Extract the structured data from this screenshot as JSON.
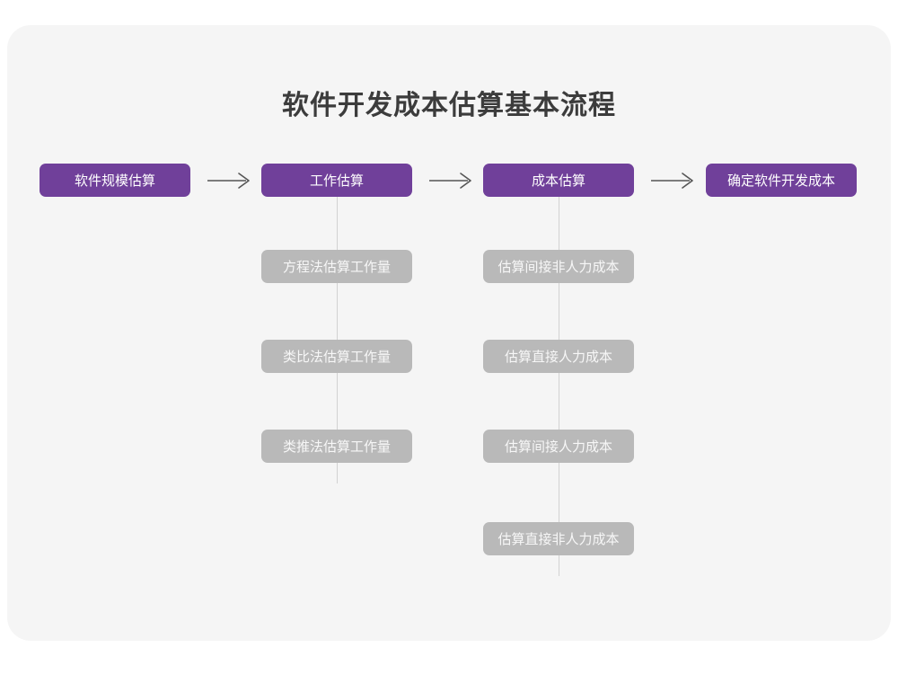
{
  "diagram": {
    "title": "软件开发成本估算基本流程",
    "type": "flowchart",
    "colors": {
      "page_background": "#ffffff",
      "card_background": "#f5f5f5",
      "primary_node": "#70409a",
      "primary_node_text": "#ffffff",
      "sub_node": "#b9b9b9",
      "sub_node_text": "#f7f7f7",
      "connector_line": "#d2d2d2",
      "arrow": "#555555",
      "title_text": "#3c3c3c"
    },
    "main_flow": [
      {
        "id": "step-1",
        "label": "软件规模估算"
      },
      {
        "id": "step-2",
        "label": "工作估算"
      },
      {
        "id": "step-3",
        "label": "成本估算"
      },
      {
        "id": "step-4",
        "label": "确定软件开发成本"
      }
    ],
    "arrows": [
      {
        "id": "arrow-1",
        "from": "step-1",
        "to": "step-2",
        "glyph": "arrow-right-icon"
      },
      {
        "id": "arrow-2",
        "from": "step-2",
        "to": "step-3",
        "glyph": "arrow-right-icon"
      },
      {
        "id": "arrow-3",
        "from": "step-3",
        "to": "step-4",
        "glyph": "arrow-right-icon"
      }
    ],
    "branches": [
      {
        "parent": "step-2",
        "parent_label": "工作估算",
        "items": [
          "方程法估算工作量",
          "类比法估算工作量",
          "类推法估算工作量"
        ]
      },
      {
        "parent": "step-3",
        "parent_label": "成本估算",
        "items": [
          "估算间接非人力成本",
          "估算直接人力成本",
          "估算间接人力成本",
          "估算直接非人力成本"
        ]
      }
    ]
  }
}
